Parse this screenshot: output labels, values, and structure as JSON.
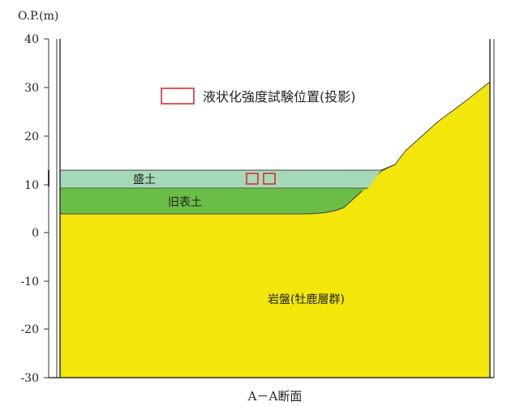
{
  "y_axis": {
    "label": "O.P.(m)",
    "ticks": [
      "40",
      "30",
      "20",
      "10",
      "0",
      "-10",
      "-20",
      "-30"
    ]
  },
  "legend": {
    "label": "液状化強度試験位置(投影)",
    "marker_color": "#e02020"
  },
  "layers": [
    {
      "key": "fill",
      "label": "盛土",
      "color": "#a6d9b8"
    },
    {
      "key": "old_topsoil",
      "label": "旧表土",
      "color": "#6abd45"
    },
    {
      "key": "bedrock",
      "label": "岩盤(牡鹿層群)",
      "color": "#f2e60a"
    }
  ],
  "caption": "A－A断面"
}
